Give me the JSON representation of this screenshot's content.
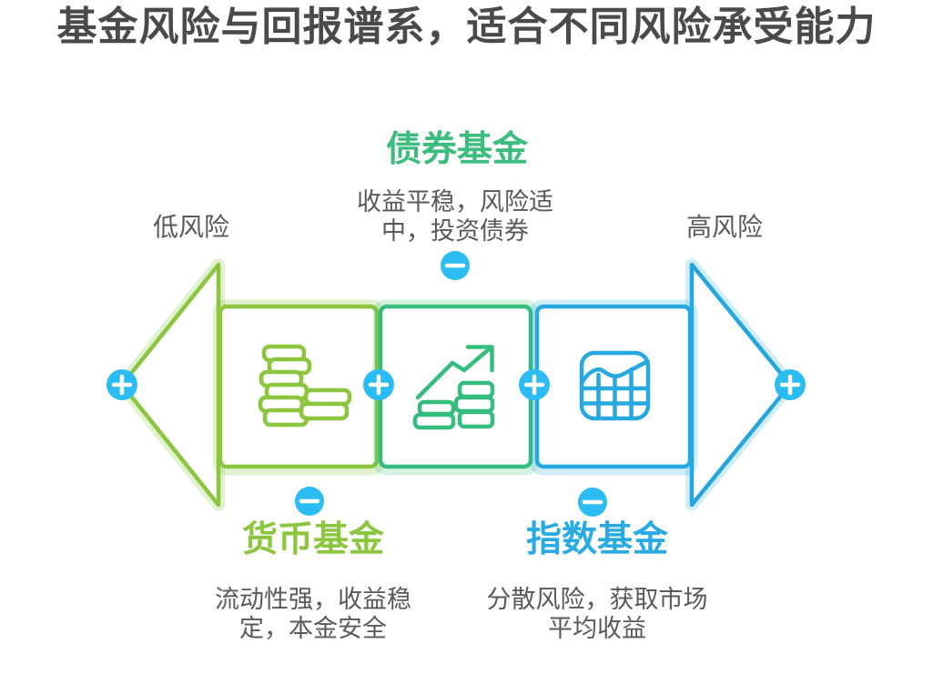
{
  "title": "基金风险与回报谱系，适合不同风险承受能力",
  "axis": {
    "low_risk_label": "低风险",
    "high_risk_label": "高风险"
  },
  "funds": {
    "bond": {
      "name": "债券基金",
      "description": "收益平稳，风险适中，投资债券"
    },
    "money": {
      "name": "货币基金",
      "description": "流动性强，收益稳定，本金安全"
    },
    "index": {
      "name": "指数基金",
      "description": "分散风险，获取市场平均收益"
    }
  },
  "icons": {
    "money_fund": "coin-stacks-icon",
    "bond_fund": "coins-trend-up-icon",
    "index_fund": "chart-grid-icon",
    "expand": "plus-circle-icon",
    "collapse": "minus-circle-icon"
  },
  "colors": {
    "title_text": "#4A4A4A",
    "body_text": "#595959",
    "money_fund_green": "#8CC63F",
    "bond_fund_green": "#3DBD7D",
    "index_fund_blue": "#29ABE2",
    "toggle_blue": "#2ABCF2"
  }
}
